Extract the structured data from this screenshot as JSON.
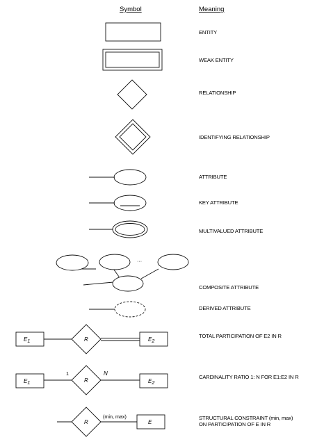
{
  "header": {
    "symbol_label": "Symbol",
    "meaning_label": "Meaning"
  },
  "meanings": {
    "entity": "ENTITY",
    "weak_entity": "WEAK ENTITY",
    "relationship": "RELATIONSHIP",
    "identifying_relationship": "IDENTIFYING RELATIONSHIP",
    "attribute": "ATTRIBUTE",
    "key_attribute": "KEY ATTRIBUTE",
    "multivalued_attribute": "MULTIVALUED ATTRIBUTE",
    "composite_attribute": "COMPOSITE ATTRIBUTE",
    "derived_attribute": "DERIVED ATTRIBUTE",
    "total_participation": "TOTAL PARTICIPATION OF E2 IN R",
    "cardinality_ratio": "CARDINALITY RATIO 1: N FOR E1:E2 IN R",
    "structural_constraint_line1": "STRUCTURAL CONSTRAINT (min, max)",
    "structural_constraint_line2": "ON PARTICIPATION OF E IN R"
  },
  "labels": {
    "e1": "E",
    "e1_sub": "1",
    "e2": "E",
    "e2_sub": "2",
    "r": "R",
    "e": "E",
    "one": "1",
    "n": "N",
    "min_max": "(min, max)",
    "ellipsis": "···"
  }
}
